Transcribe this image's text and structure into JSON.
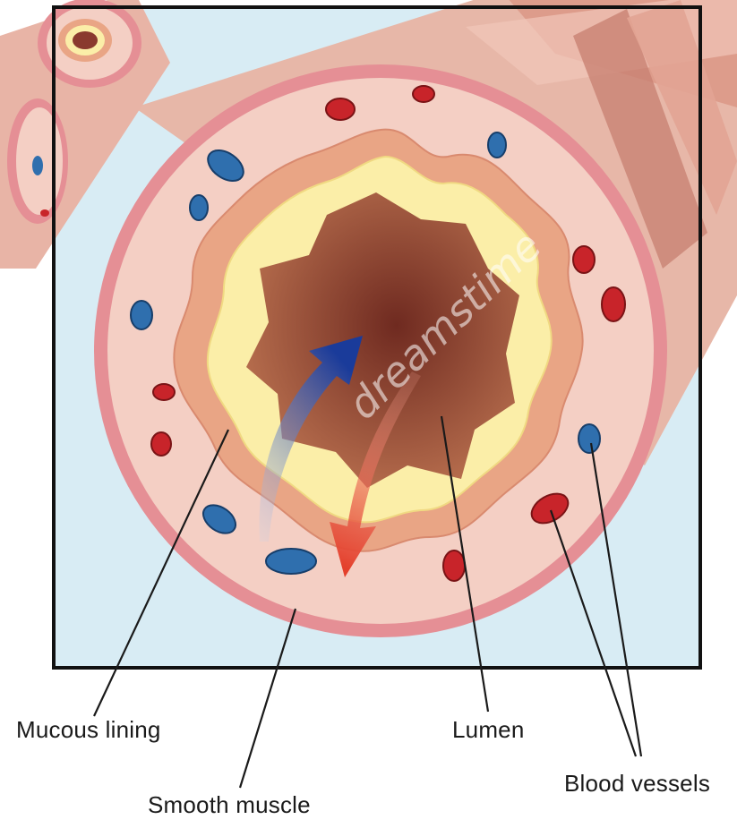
{
  "labels": {
    "mucous_lining": "Mucous lining",
    "lumen": "Lumen",
    "smooth_muscle": "Smooth muscle",
    "blood_vessels": "Blood vessels"
  },
  "watermark": "dreamstime",
  "colors": {
    "background": "#d8ecf4",
    "frame": "#111111",
    "outer_wall": "#e58f95",
    "wall_tissue": "#f4cfc4",
    "muscle_band": "#e9a585",
    "mucous": "#fbeea8",
    "lumen": "#8a3a2e",
    "vessel_red": "#c8242a",
    "vessel_blue": "#2f6fae",
    "arrow_blue": "#1a3b9a",
    "arrow_red": "#e4402c"
  }
}
